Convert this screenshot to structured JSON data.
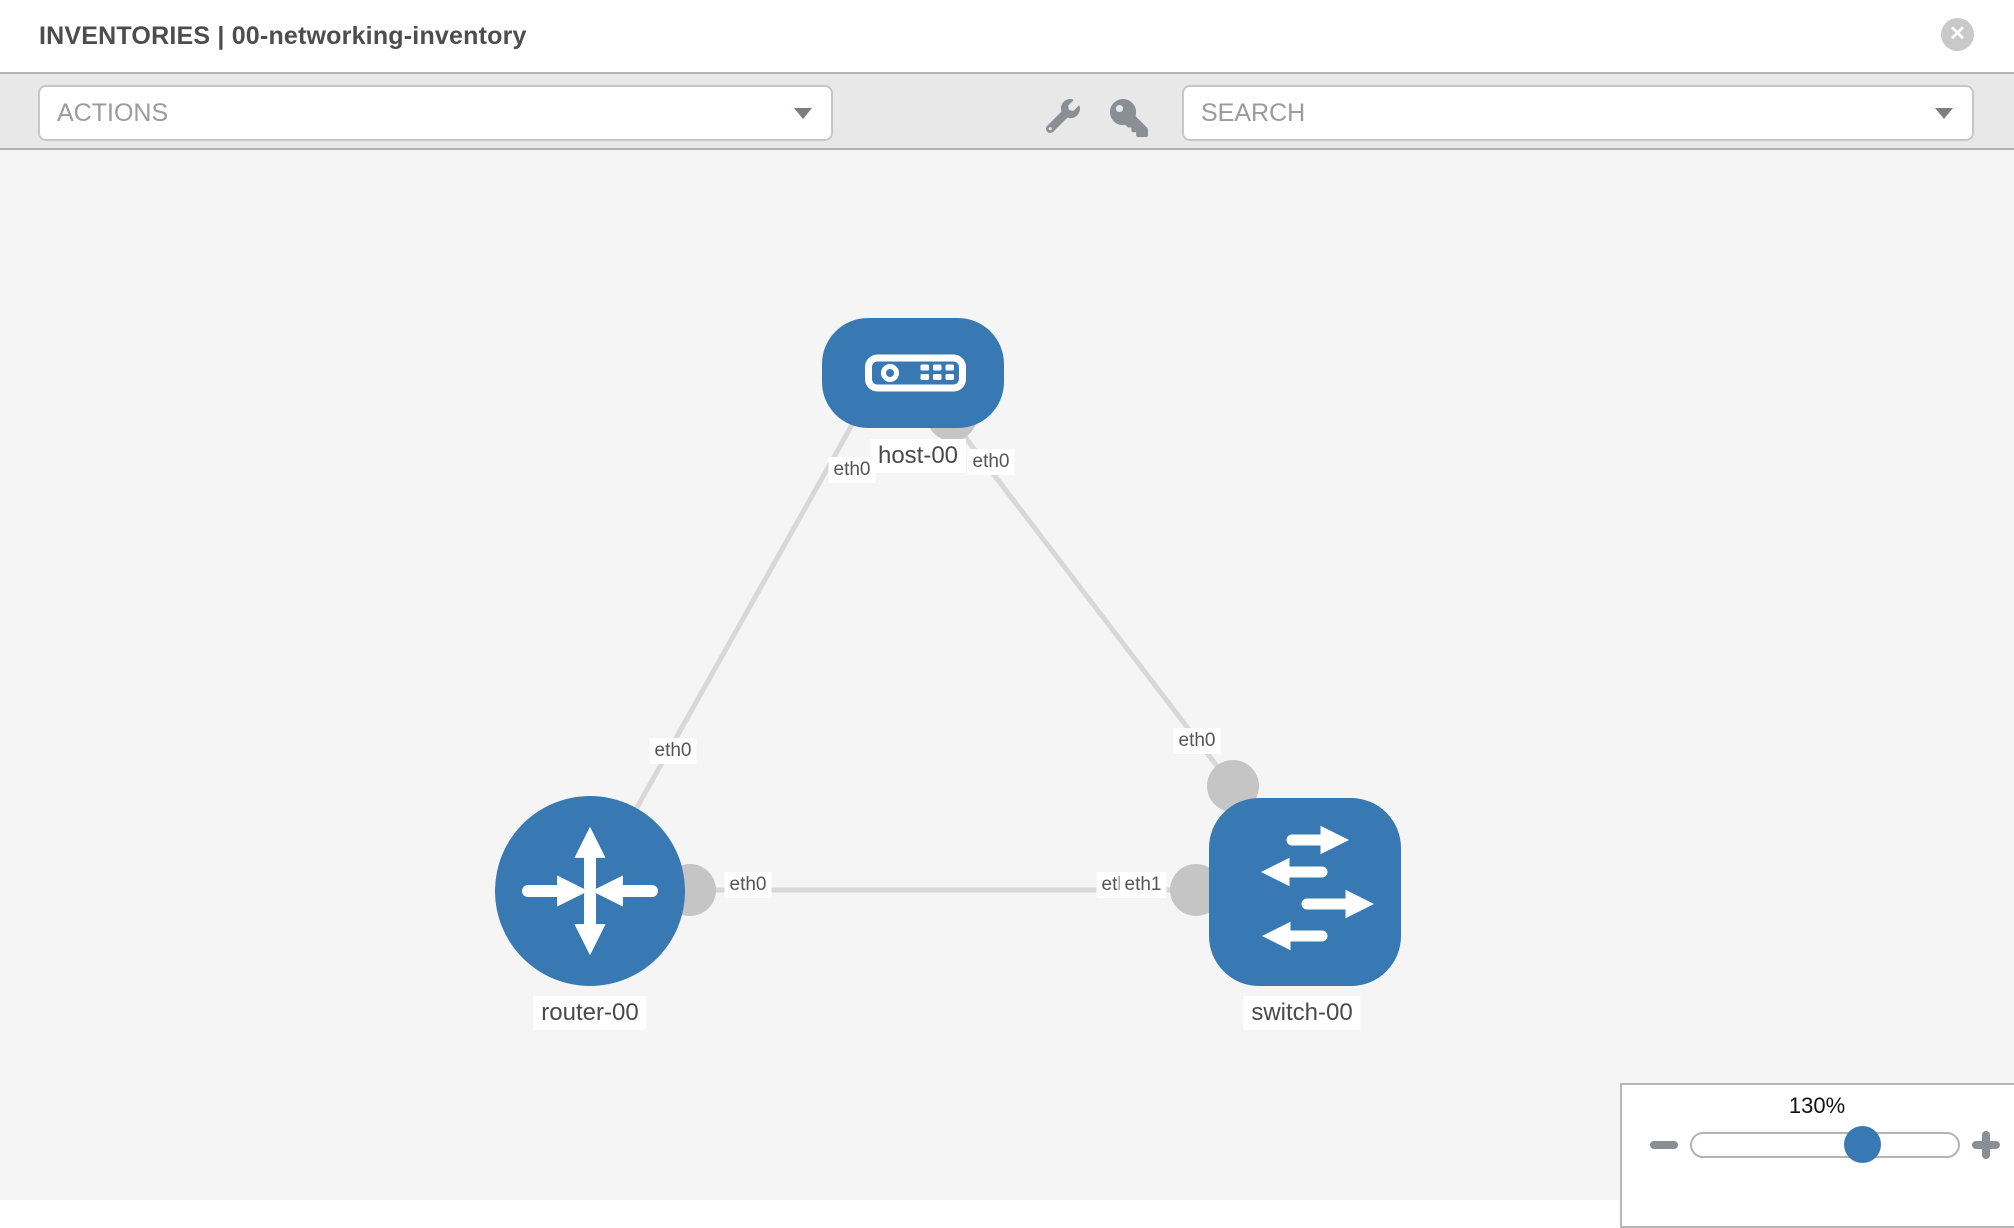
{
  "header": {
    "title": "INVENTORIES | 00-networking-inventory",
    "close": "✕"
  },
  "toolbar": {
    "actions_label": "ACTIONS",
    "search_label": "SEARCH"
  },
  "icons": {
    "close": "x-circle",
    "actions_caret": "chevron-down",
    "search_caret": "chevron-down",
    "tools": [
      "wrench",
      "key"
    ],
    "zoom_out": "minus",
    "zoom_in": "plus"
  },
  "topology": {
    "nodes": [
      {
        "label": "host-00",
        "type": "host",
        "shape": "rounded-rect",
        "icon": "server"
      },
      {
        "label": "router-00",
        "type": "router",
        "shape": "circle",
        "icon": "crossing-arrows"
      },
      {
        "label": "switch-00",
        "type": "switch",
        "shape": "rounded-square",
        "icon": "exchange-arrows"
      }
    ],
    "links": [
      {
        "source": "router-00",
        "target": "host-00",
        "source_interface": "eth0",
        "target_interface": "eth0"
      },
      {
        "source": "host-00",
        "target": "switch-00",
        "source_interface": "eth0",
        "target_interface": "eth0"
      },
      {
        "source": "router-00",
        "target": "switch-00",
        "source_interface": "eth0",
        "target_interface": "eth1"
      }
    ],
    "overlapped_label_under": "eth0"
  },
  "zoom_control": {
    "level": "130%"
  },
  "colors": {
    "node_fill": "#3879b4",
    "port_fill": "#c5c5c5",
    "edge_stroke": "#d8d8d8",
    "toolbar_bg": "#e8e8e8",
    "canvas_bg": "#f5f5f5",
    "accent_blue": "#3879b4"
  }
}
